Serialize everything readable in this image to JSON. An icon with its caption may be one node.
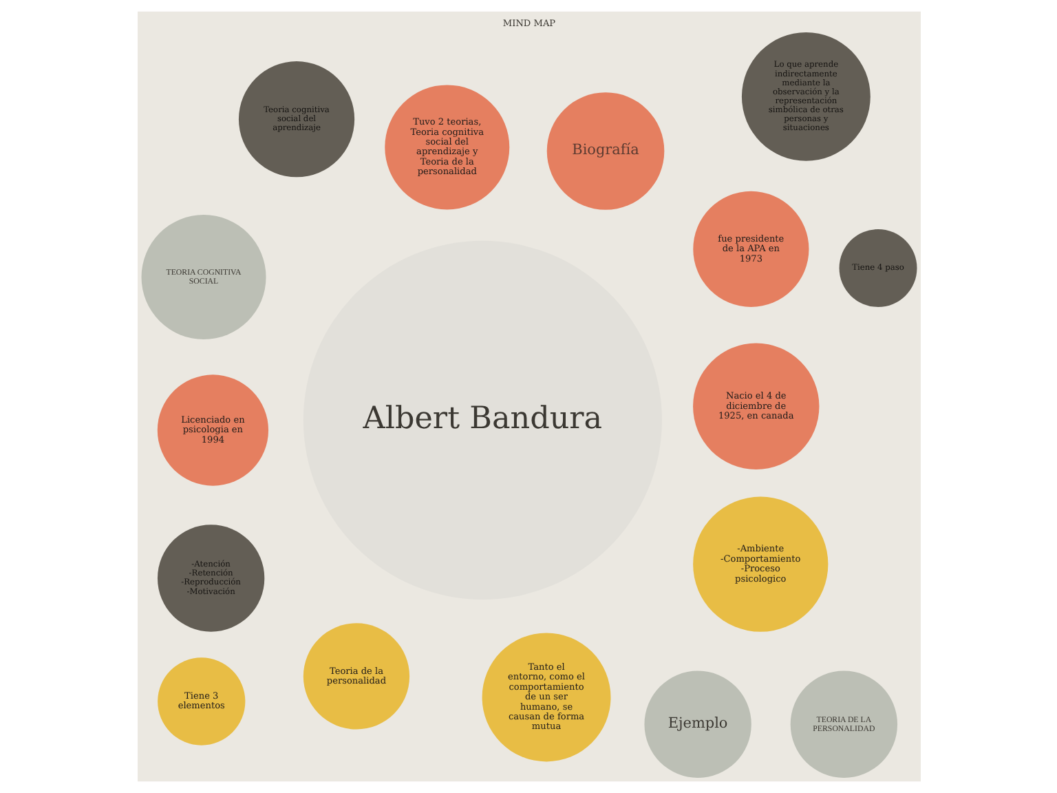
{
  "diagram": {
    "title": "MIND MAP",
    "nodes": [
      {
        "text": [
          "Albert Bandura"
        ]
      },
      {
        "text": [
          "Nacio el 4 de diciembre de 1925, en canada"
        ]
      },
      {
        "text": [
          "Licenciado en psicologia en 1994"
        ]
      },
      {
        "text": [
          "fue presidente de la APA en 1973"
        ]
      },
      {
        "text": [
          "Biografía"
        ]
      },
      {
        "text": [
          "Tuvo 2 teorias, Teoria cognitiva social del aprendizaje y Teoria de la personalidad"
        ]
      },
      {
        "text": [
          "Lo que aprende indirectamente mediante la observación y la representación simbólica de otras personas y situaciones"
        ]
      },
      {
        "text": [
          "Tiene 4 paso"
        ]
      },
      {
        "text": [
          "Teoria cognitiva social del aprendizaje"
        ]
      },
      {
        "text": [
          "-Atención -Retención -Reproducción -Motivación"
        ]
      },
      {
        "text": [
          "Tanto el entorno, como el comportamiento de un ser humano, se causan de forma mutua"
        ]
      },
      {
        "text": [
          "Teoria de la personalidad"
        ]
      },
      {
        "text": [
          "Tiene 3 elementos"
        ]
      },
      {
        "text": [
          "-Ambiente -Comportamiento -Proceso psicologico"
        ]
      },
      {
        "text": [
          "Ejemplo"
        ]
      },
      {
        "text": [
          "TEORIA DE LA PERSONALIDAD"
        ]
      },
      {
        "text": [
          "TEORIA COGNITIVA SOCIAL"
        ]
      }
    ],
    "edges": []
  }
}
